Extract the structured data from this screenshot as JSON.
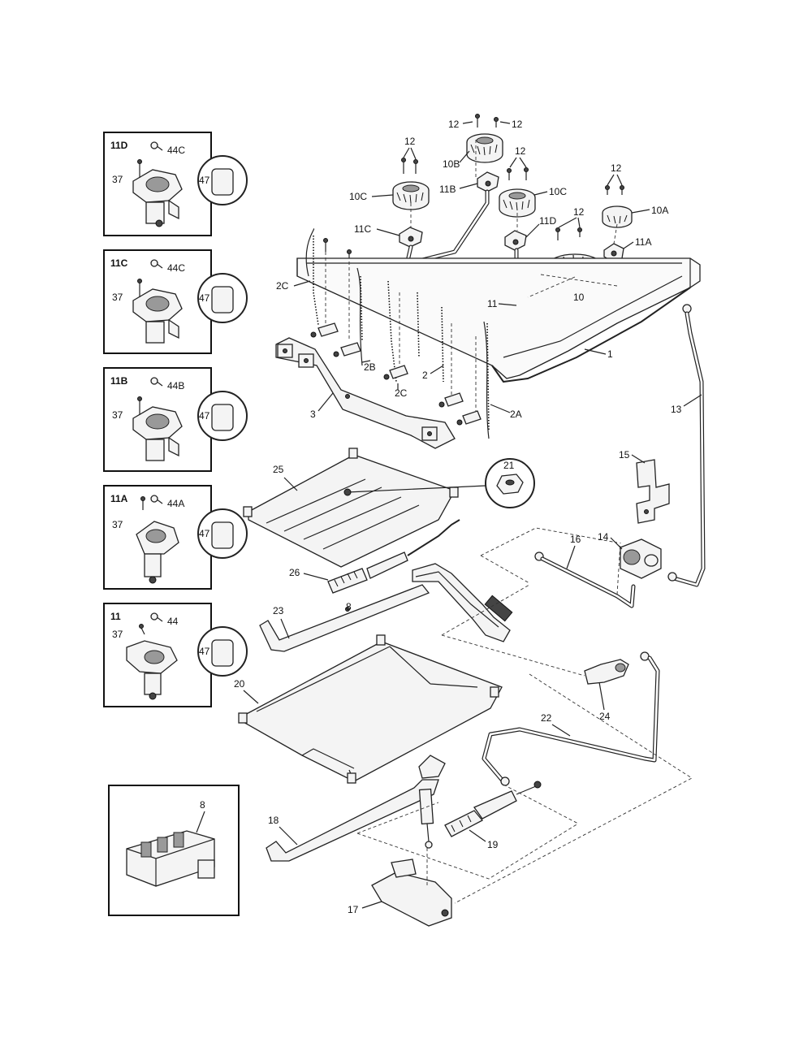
{
  "inset_boxes": [
    {
      "id": "11D",
      "screw": "37",
      "cap": "44C",
      "knob": "47"
    },
    {
      "id": "11C",
      "screw": "37",
      "cap": "44C",
      "knob": "47"
    },
    {
      "id": "11B",
      "screw": "37",
      "cap": "44B",
      "knob": "47"
    },
    {
      "id": "11A",
      "screw": "37",
      "cap": "44A",
      "knob": "47"
    },
    {
      "id": "11",
      "screw": "37",
      "cap": "44",
      "knob": "47"
    }
  ],
  "spark_module_box": {
    "label": "8"
  },
  "callouts": {
    "c12a": "12",
    "c12b": "12",
    "c12c": "12",
    "c12d": "12",
    "c12e": "12",
    "c12f": "12",
    "c10b": "10B",
    "c11b": "11B",
    "c10c_left": "10C",
    "c10c_right": "10C",
    "c11c": "11C",
    "c11d": "11D",
    "c10a": "10A",
    "c11a": "11A",
    "c10": "10",
    "c11": "11",
    "c1": "1",
    "c2c_a": "2C",
    "c2b": "2B",
    "c2c_b": "2C",
    "c2": "2",
    "c2a": "2A",
    "c3": "3",
    "c13": "13",
    "c15": "15",
    "c14": "14",
    "c16": "16",
    "c25": "25",
    "c21": "21",
    "c26": "26",
    "c8_small": "8",
    "c23": "23",
    "c20": "20",
    "c24": "24",
    "c22": "22",
    "c18": "18",
    "c19": "19",
    "c17": "17"
  }
}
